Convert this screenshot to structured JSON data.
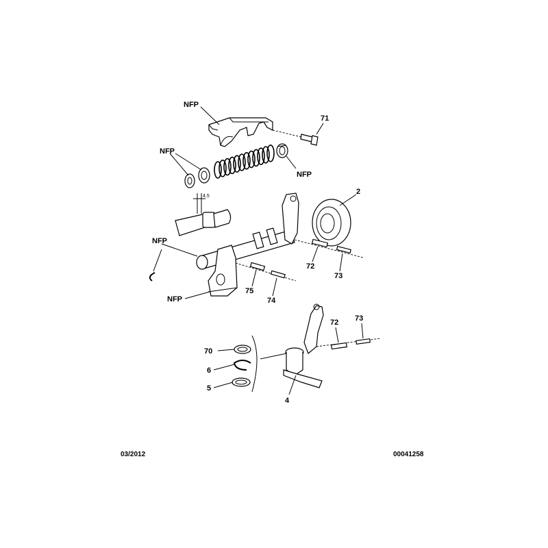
{
  "labels": {
    "nfp_bracket": "NFP",
    "nfp_washers": "NFP",
    "nfp_bush": "NFP",
    "nfp_shaft": "NFP",
    "nfp_support": "NFP",
    "n71": "71",
    "n2": "2",
    "n72_upper": "72",
    "n73_upper": "73",
    "n75": "75",
    "n74": "74",
    "n72_lower": "72",
    "n73_lower": "73",
    "n70": "70",
    "n6": "6",
    "n5": "5",
    "n4": "4",
    "dim_45": "4.5"
  },
  "footer": {
    "date": "03/2012",
    "reference": "00041258"
  }
}
